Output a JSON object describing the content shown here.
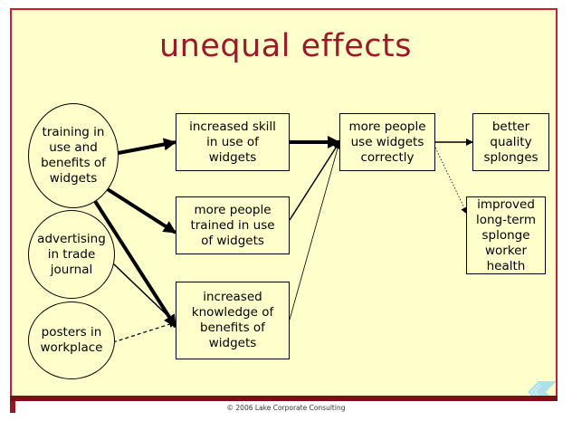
{
  "slide": {
    "title": "unequal effects",
    "footer": "© 2006 Lake Corporate Consulting"
  },
  "nodes": {
    "training": "training in\nuse and\nbenefits of\nwidgets",
    "advertising": "advertising\nin trade\njournal",
    "posters": "posters in\nworkplace",
    "skill": "increased skill\nin use of\nwidgets",
    "trained": "more people\ntrained in use\nof widgets",
    "knowledge": "increased\nknowledge of\nbenefits of\nwidgets",
    "correct_use": "more people\nuse widgets\ncorrectly",
    "quality": "better\nquality\nsplonges",
    "health": "improved\nlong-term\nsplonge\nworker health"
  },
  "edges": [
    {
      "from": "training",
      "to": "skill",
      "strength": "strong"
    },
    {
      "from": "training",
      "to": "trained",
      "strength": "strong"
    },
    {
      "from": "training",
      "to": "knowledge",
      "strength": "strong"
    },
    {
      "from": "advertising",
      "to": "knowledge",
      "strength": "normal"
    },
    {
      "from": "posters",
      "to": "knowledge",
      "strength": "dashed"
    },
    {
      "from": "skill",
      "to": "correct_use",
      "strength": "strong"
    },
    {
      "from": "trained",
      "to": "correct_use",
      "strength": "normal"
    },
    {
      "from": "knowledge",
      "to": "correct_use",
      "strength": "thin"
    },
    {
      "from": "correct_use",
      "to": "quality",
      "strength": "normal"
    },
    {
      "from": "correct_use",
      "to": "health",
      "strength": "dotted"
    }
  ],
  "colors": {
    "background": "#ffffcc",
    "border": "#c8202a",
    "title": "#9b1a2a",
    "nav_icon": "#aee0e8"
  },
  "icons": {
    "nav": "back-arrow-icon"
  }
}
